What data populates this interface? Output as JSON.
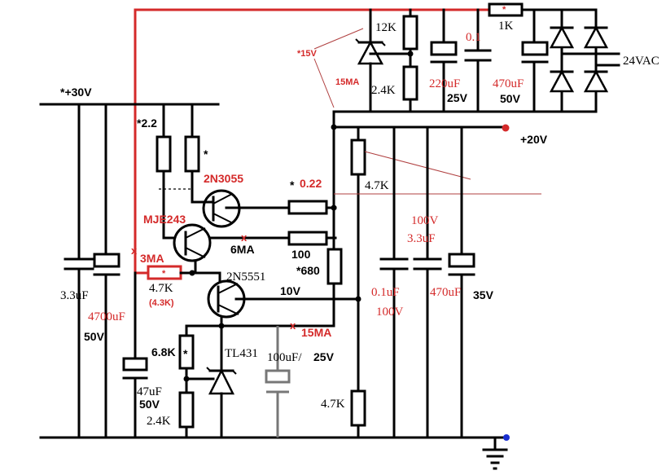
{
  "voltages": {
    "input_30v": "*+30V",
    "output_20v": "+20V",
    "ac_input": "24VAC",
    "zener_15v": "*15V",
    "node_10v": "10V"
  },
  "resistors": {
    "r_2_2": "*2.2",
    "r_star": "*",
    "r_0_22": "0.22",
    "r_0_22_star": "*",
    "r_100": "100",
    "r_680": "*680",
    "r_4_7k_top": "4.7K",
    "r_4_7k_bottom": "4.7K",
    "r_4_7k_base": "4.7K",
    "r_4_3k": "(4.3K)",
    "r_6_8k": "6.8K",
    "r_6_8k_star": "*",
    "r_2_4k_ref": "2.4K",
    "r_12k": "12K",
    "r_2_4k_zener": "2.4K",
    "r_1k": "1K",
    "r_1k_star": "*",
    "r_base_star": "*"
  },
  "capacitors": {
    "c_3_3uf_left": "3.3uF",
    "c_4700uf": "4700uF",
    "c_4700uf_v": "50V",
    "c_47uf": "47uF",
    "c_47uf_v": "50V",
    "c_100uf": "100uF/",
    "c_100uf_v": "25V",
    "c_100v_label": "100V",
    "c_3_3uf_right": "3.3uF",
    "c_0_1uf_out": "0.1uF",
    "c_0_1uf_out_v": "100V",
    "c_470uf_out": "470uF",
    "c_470uf_out_v": "35V",
    "c_220uf": "220uF",
    "c_220uf_v": "25V",
    "c_0_1_top": "0.1",
    "c_470uf_top": "470uF",
    "c_470uf_top_v": "50V"
  },
  "transistors": {
    "q_2n3055": "2N3055",
    "q_mje243": "MJE243",
    "q_2n5551": "2N5551",
    "u_tl431": "TL431"
  },
  "currents": {
    "i_3ma": "3MA",
    "i_6ma": "6MA",
    "i_15ma_zener": "15MA",
    "i_15ma_bottom": "15MA"
  },
  "markers": {
    "x1": "x",
    "x2": "x",
    "x3": "x"
  },
  "colors": {
    "wire": "#000000",
    "highlight": "#d42a2a",
    "bypass_wire": "#777777",
    "terminal_plus": "#d42a2a",
    "terminal_gnd": "#1a2fd0"
  }
}
